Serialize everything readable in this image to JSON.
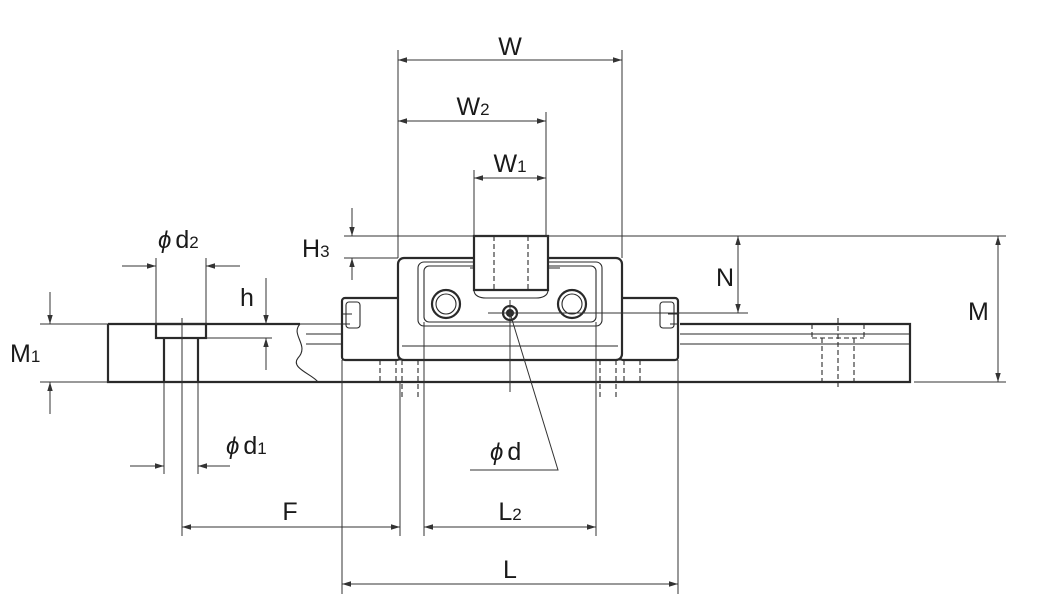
{
  "labels": {
    "W": "W",
    "W2_main": "W",
    "W2_sub": "2",
    "W1_main": "W",
    "W1_sub": "1",
    "H3_main": "H",
    "H3_sub": "3",
    "N": "N",
    "M": "M",
    "M1_main": "M",
    "M1_sub": "1",
    "h": "h",
    "d2_phi": "ϕ",
    "d2_main": "d",
    "d2_sub": "2",
    "d1_phi": "ϕ",
    "d1_main": "d",
    "d1_sub": "1",
    "d_phi": "ϕ",
    "d_main": "d",
    "F": "F",
    "L2_main": "L",
    "L2_sub": "2",
    "L": "L"
  },
  "colors": {
    "ink": "#2a2a2a",
    "background": "#ffffff"
  }
}
